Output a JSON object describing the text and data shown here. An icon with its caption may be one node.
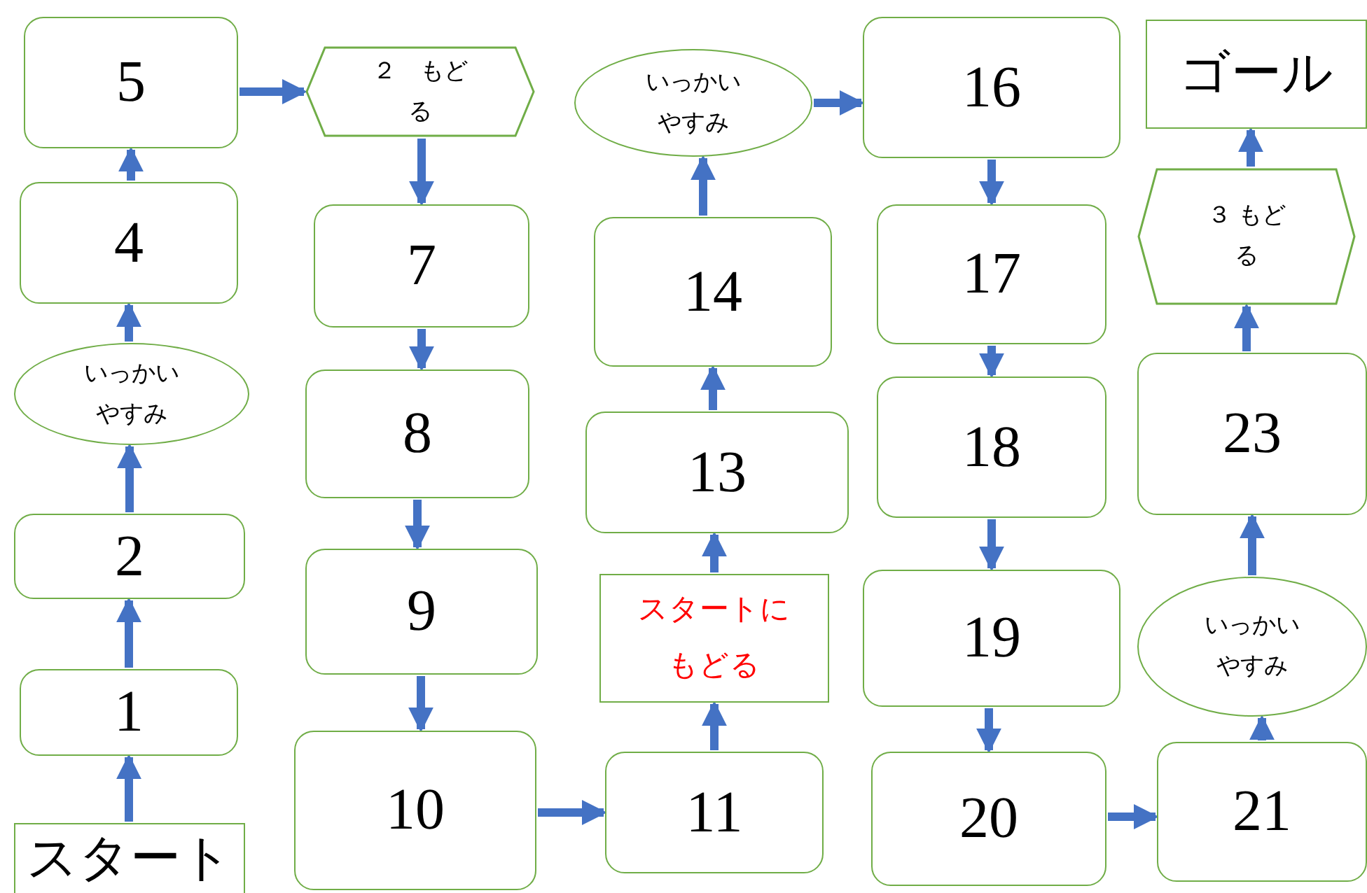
{
  "diagram": {
    "nodes": [
      {
        "text": [
          "スタート"
        ]
      },
      {
        "text": [
          "1"
        ]
      },
      {
        "text": [
          "2"
        ]
      },
      {
        "text": [
          "いっかいやすみ"
        ]
      },
      {
        "text": [
          "4"
        ]
      },
      {
        "text": [
          "5"
        ]
      },
      {
        "text": [
          "２　もどる"
        ]
      },
      {
        "text": [
          "7"
        ]
      },
      {
        "text": [
          "8"
        ]
      },
      {
        "text": [
          "9"
        ]
      },
      {
        "text": [
          "10"
        ]
      },
      {
        "text": [
          "11"
        ]
      },
      {
        "text": [
          "スタートにもどる"
        ]
      },
      {
        "text": [
          "13"
        ]
      },
      {
        "text": [
          "14"
        ]
      },
      {
        "text": [
          "いっかいやすみ"
        ]
      },
      {
        "text": [
          "16"
        ]
      },
      {
        "text": [
          "17"
        ]
      },
      {
        "text": [
          "18"
        ]
      },
      {
        "text": [
          "19"
        ]
      },
      {
        "text": [
          "20"
        ]
      },
      {
        "text": [
          "21"
        ]
      },
      {
        "text": [
          "いっかいやすみ"
        ]
      },
      {
        "text": [
          "23"
        ]
      },
      {
        "text": [
          "３ もどる"
        ]
      },
      {
        "text": [
          "ゴール"
        ]
      }
    ],
    "edges": [
      {
        "from": 0,
        "to": 1,
        "arrow": "to"
      },
      {
        "from": 1,
        "to": 2,
        "arrow": "to"
      },
      {
        "from": 2,
        "to": 3,
        "arrow": "to"
      },
      {
        "from": 3,
        "to": 4,
        "arrow": "to"
      },
      {
        "from": 4,
        "to": 5,
        "arrow": "to"
      },
      {
        "from": 5,
        "to": 6,
        "arrow": "to"
      },
      {
        "from": 6,
        "to": 7,
        "arrow": "to"
      },
      {
        "from": 7,
        "to": 8,
        "arrow": "to"
      },
      {
        "from": 8,
        "to": 9,
        "arrow": "to"
      },
      {
        "from": 9,
        "to": 10,
        "arrow": "to"
      },
      {
        "from": 10,
        "to": 11,
        "arrow": "to"
      },
      {
        "from": 11,
        "to": 12,
        "arrow": "to"
      },
      {
        "from": 12,
        "to": 13,
        "arrow": "to"
      },
      {
        "from": 13,
        "to": 14,
        "arrow": "to"
      },
      {
        "from": 14,
        "to": 15,
        "arrow": "to"
      },
      {
        "from": 15,
        "to": 16,
        "arrow": "to"
      },
      {
        "from": 16,
        "to": 17,
        "arrow": "to"
      },
      {
        "from": 17,
        "to": 18,
        "arrow": "to"
      },
      {
        "from": 18,
        "to": 19,
        "arrow": "to"
      },
      {
        "from": 19,
        "to": 20,
        "arrow": "to"
      },
      {
        "from": 20,
        "to": 21,
        "arrow": "to"
      },
      {
        "from": 21,
        "to": 22,
        "arrow": "to"
      },
      {
        "from": 22,
        "to": 23,
        "arrow": "to"
      },
      {
        "from": 23,
        "to": 24,
        "arrow": "to"
      },
      {
        "from": 24,
        "to": 25,
        "arrow": "to"
      }
    ]
  }
}
